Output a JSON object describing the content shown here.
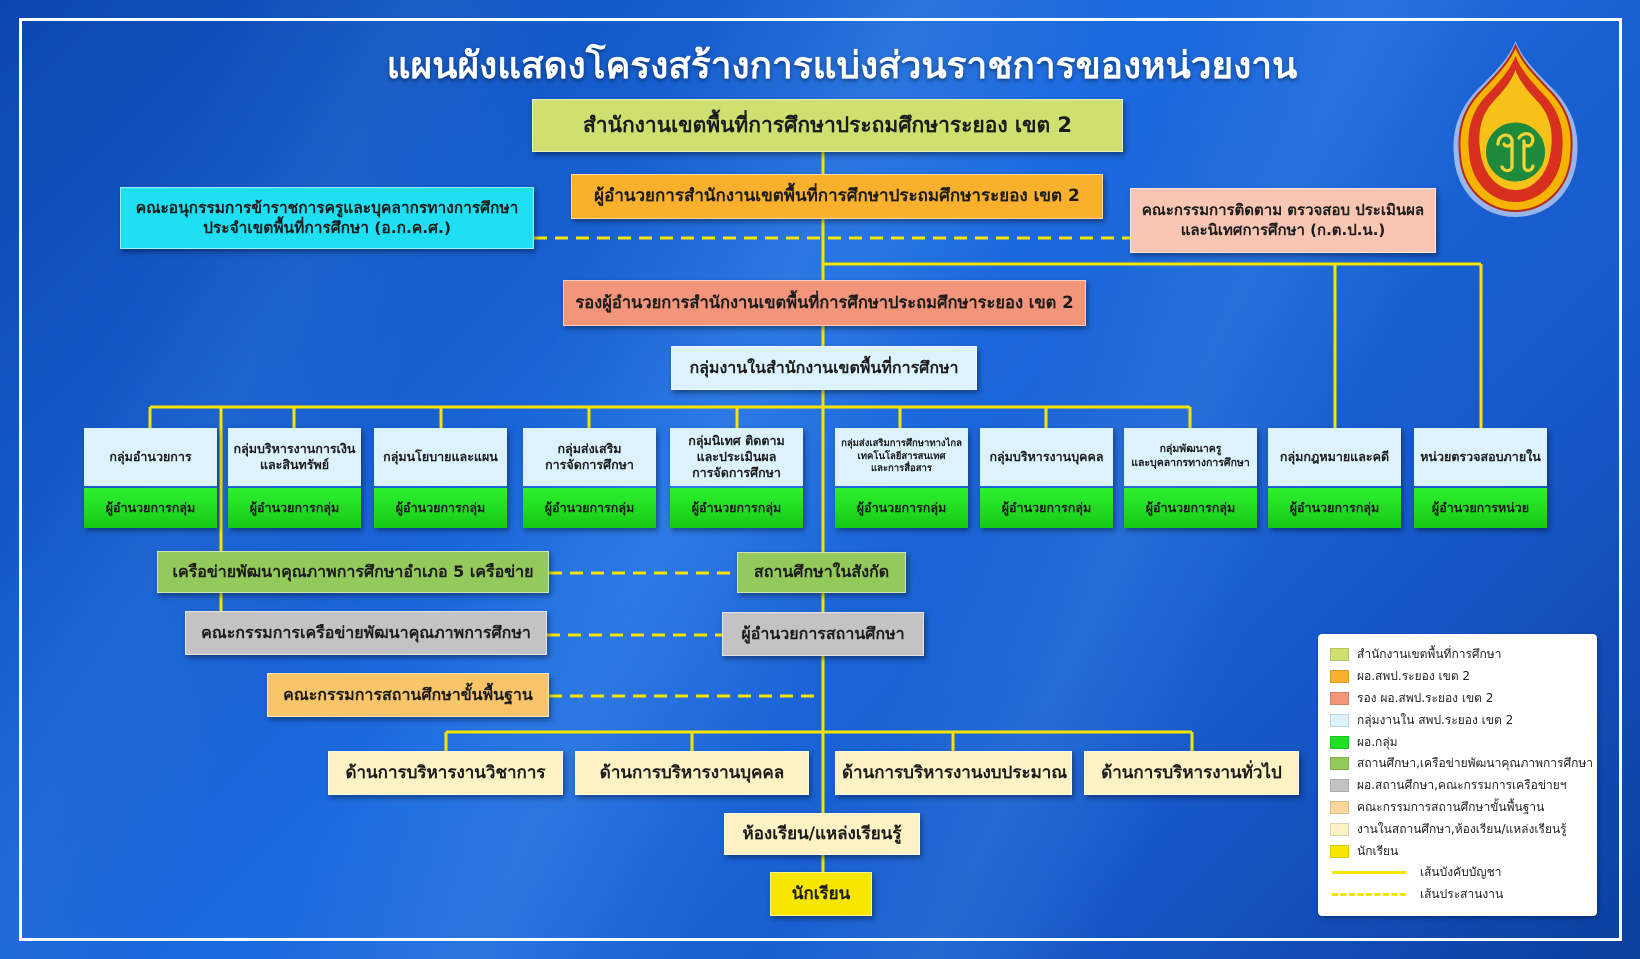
{
  "title": "แผนผังแสดงโครงสร้างการแบ่งส่วนราชการของหน่วยงาน",
  "office": "สำนักงานเขตพื้นที่การศึกษาประถมศึกษาระยอง เขต 2",
  "director": "ผู้อำนวยการสำนักงานเขตพื้นที่การศึกษาประถมศึกษาระยอง เขต 2",
  "committee_left": [
    "คณะอนุกรรมการข้าราชการครูและบุคลากรทางการศึกษา",
    "ประจำเขตพื้นที่การศึกษา (อ.ก.ค.ศ.)"
  ],
  "committee_right": [
    "คณะกรรมการติดตาม ตรวจสอบ ประเมินผล",
    "และนิเทศการศึกษา (ก.ต.ป.น.)"
  ],
  "deputy": "รองผู้อำนวยการสำนักงานเขตพื้นที่การศึกษาประถมศึกษาระยอง เขต 2",
  "work_groups": "กลุ่มงานในสำนักงานเขตพื้นที่การศึกษา",
  "groups": [
    {
      "lines": [
        "กลุ่มอำนวยการ"
      ],
      "head": "ผู้อำนวยการกลุ่ม"
    },
    {
      "lines": [
        "กลุ่มบริหารงานการเงิน",
        "และสินทรัพย์"
      ],
      "head": "ผู้อำนวยการกลุ่ม"
    },
    {
      "lines": [
        "กลุ่มนโยบายและแผน"
      ],
      "head": "ผู้อำนวยการกลุ่ม"
    },
    {
      "lines": [
        "กลุ่มส่งเสริม",
        "การจัดการศึกษา"
      ],
      "head": "ผู้อำนวยการกลุ่ม"
    },
    {
      "lines": [
        "กลุ่มนิเทศ ติดตาม",
        "และประเมินผล",
        "การจัดการศึกษา"
      ],
      "head": "ผู้อำนวยการกลุ่ม"
    },
    {
      "lines": [
        "กลุ่มส่งเสริมการศึกษาทางไกล",
        "เทคโนโลยีสารสนเทศ",
        "และการสื่อสาร"
      ],
      "head": "ผู้อำนวยการกลุ่ม"
    },
    {
      "lines": [
        "กลุ่มบริหารงานบุคคล"
      ],
      "head": "ผู้อำนวยการกลุ่ม"
    },
    {
      "lines": [
        "กลุ่มพัฒนาครู",
        "และบุคลากรทางการศึกษา"
      ],
      "head": "ผู้อำนวยการกลุ่ม"
    },
    {
      "lines": [
        "กลุ่มกฎหมายและคดี"
      ],
      "head": "ผู้อำนวยการกลุ่ม"
    },
    {
      "lines": [
        "หน่วยตรวจสอบภายใน"
      ],
      "head": "ผู้อำนวยการหน่วย"
    }
  ],
  "network": "เครือข่ายพัฒนาคุณภาพการศึกษาอำเภอ 5 เครือข่าย",
  "schools": "สถานศึกษาในสังกัด",
  "network_committee": "คณะกรรมการเครือข่ายพัฒนาคุณภาพการศึกษา",
  "school_director": "ผู้อำนวยการสถานศึกษา",
  "school_board": "คณะกรรมการสถานศึกษาขั้นพื้นฐาน",
  "school_areas": [
    "ด้านการบริหารงานวิชาการ",
    "ด้านการบริหารงานบุคคล",
    "ด้านการบริหารงานงบประมาณ",
    "ด้านการบริหารงานทั่วไป"
  ],
  "classroom": "ห้องเรียน/แหล่งเรียนรู้",
  "students": "นักเรียน",
  "legend": {
    "items": [
      {
        "label": "สำนักงานเขตพื้นที่การศึกษา",
        "color": "#cfe070"
      },
      {
        "label": "ผอ.สพป.ระยอง เขต 2",
        "color": "#f9b02c"
      },
      {
        "label": "รอง ผอ.สพป.ระยอง เขต 2",
        "color": "#f2957a"
      },
      {
        "label": "กลุ่มงานใน สพป.ระยอง เขต 2",
        "color": "#dcf2fc"
      },
      {
        "label": "ผอ.กลุ่ม",
        "color": "#22e022"
      },
      {
        "label": "สถานศึกษา,เครือข่ายพัฒนาคุณภาพการศึกษา",
        "color": "#94c95c"
      },
      {
        "label": "ผอ.สถานศึกษา,คณะกรรมการเครือข่ายฯ",
        "color": "#c3c3c3"
      },
      {
        "label": "คณะกรรมการสถานศึกษาขั้นพื้นฐาน",
        "color": "#fbd79c"
      },
      {
        "label": "งานในสถานศึกษา,ห้องเรียน/แหล่งเรียนรู้",
        "color": "#fdf2c4"
      },
      {
        "label": "นักเรียน",
        "color": "#f7e600"
      }
    ],
    "lines": [
      {
        "label": "เส้นบังคับบัญชา",
        "style": "solid"
      },
      {
        "label": "เส้นประสานงาน",
        "style": "dashed"
      }
    ]
  },
  "colors": {
    "connector_line": "#f5e400",
    "frame": "#ffffff"
  }
}
